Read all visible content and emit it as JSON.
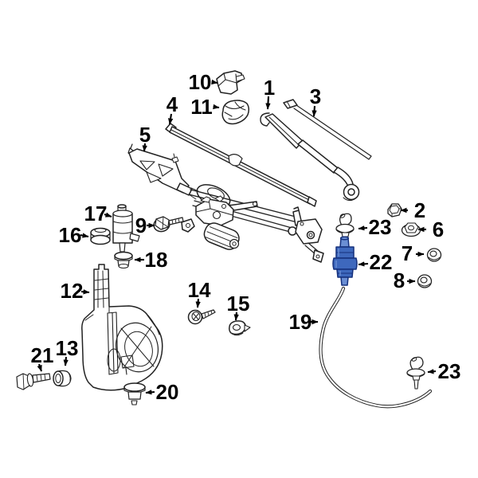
{
  "style": {
    "background": "#ffffff",
    "line_color": "#222222",
    "label_color": "#000000",
    "highlight_fill": "#3e68bd",
    "highlight_light": "#6b8fd4",
    "highlight_stroke": "#15307c"
  },
  "callouts": [
    {
      "number": "1",
      "part": "wiper-arm"
    },
    {
      "number": "2",
      "part": "pivot-nut"
    },
    {
      "number": "3",
      "part": "wiper-blade-refill"
    },
    {
      "number": "4",
      "part": "wiper-blade"
    },
    {
      "number": "5",
      "part": "wiper-arm"
    },
    {
      "number": "6",
      "part": "flange-nut"
    },
    {
      "number": "7",
      "part": "sealing-washer"
    },
    {
      "number": "8",
      "part": "sealing-washer"
    },
    {
      "number": "9",
      "part": "bolt"
    },
    {
      "number": "10",
      "part": "wiper-arm-cap"
    },
    {
      "number": "11",
      "part": "wiper-arm-cover"
    },
    {
      "number": "12",
      "part": "washer-reservoir"
    },
    {
      "number": "13",
      "part": "grommet"
    },
    {
      "number": "14",
      "part": "screw"
    },
    {
      "number": "15",
      "part": "push-clip"
    },
    {
      "number": "16",
      "part": "pump-grommet"
    },
    {
      "number": "17",
      "part": "washer-pump"
    },
    {
      "number": "18",
      "part": "grommet"
    },
    {
      "number": "19",
      "part": "washer-hose"
    },
    {
      "number": "20",
      "part": "grommet"
    },
    {
      "number": "21",
      "part": "bolt"
    },
    {
      "number": "22",
      "part": "check-valve",
      "highlighted": true
    },
    {
      "number": "23",
      "part": "washer-nozzle"
    },
    {
      "number": "23",
      "part": "washer-nozzle"
    }
  ]
}
